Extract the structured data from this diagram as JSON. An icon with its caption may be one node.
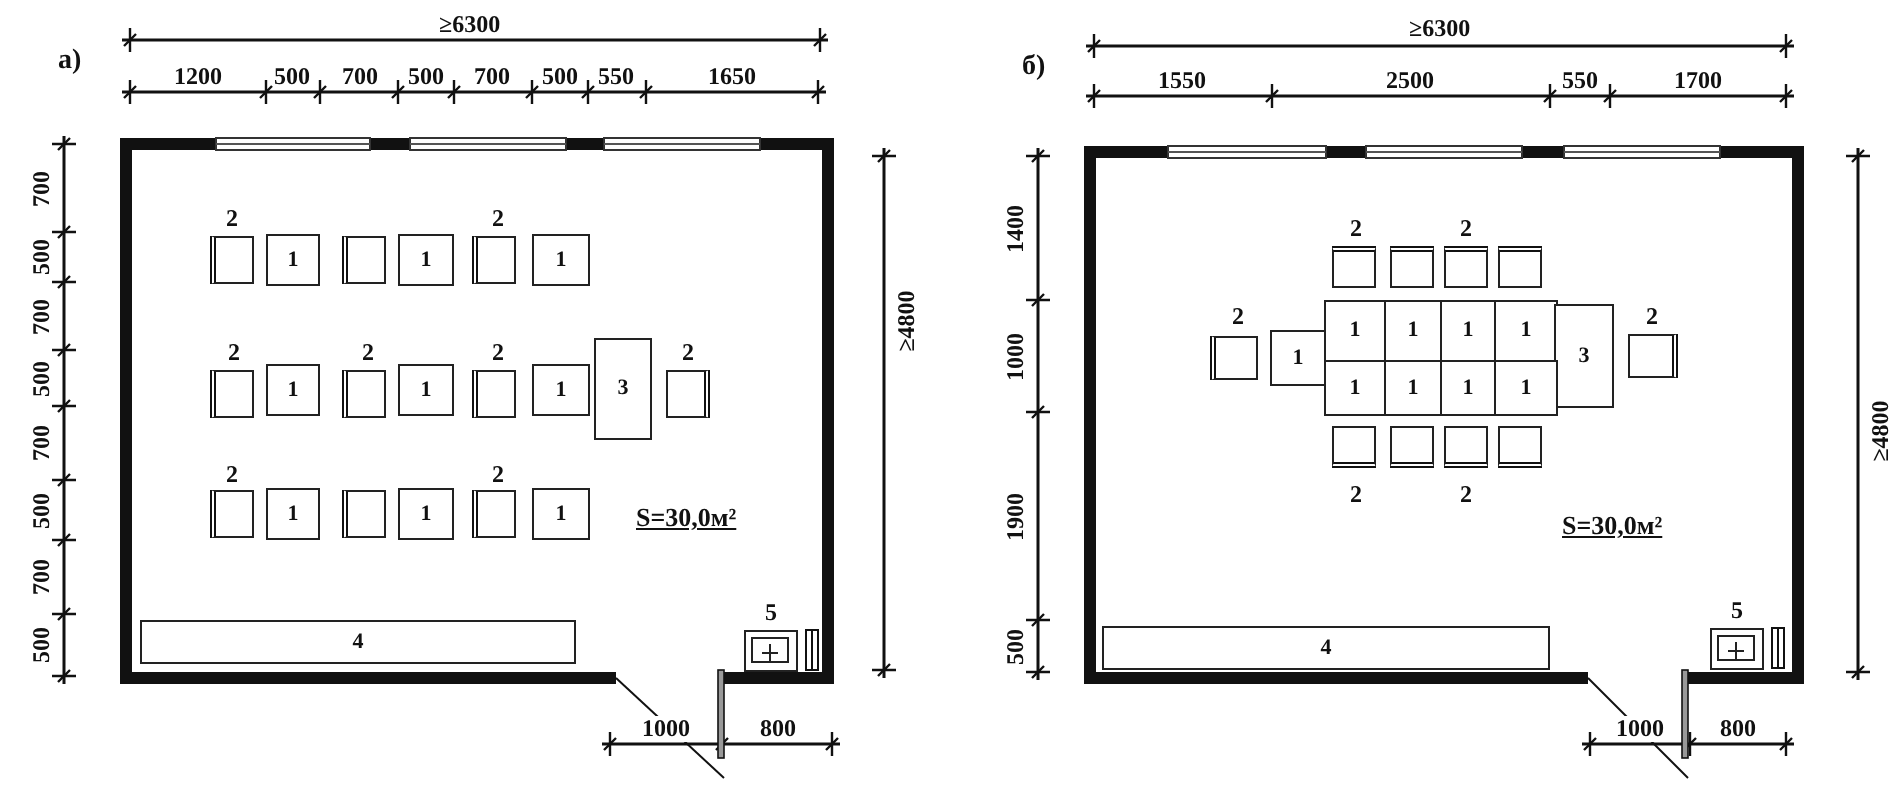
{
  "diagram": {
    "nodes": [
      {
        "text": [
          "S=30,0м²"
        ]
      },
      {
        "text": [],
        "shape": "box",
        "in": 0
      },
      {
        "text": [
          "1"
        ],
        "in": 0
      },
      {
        "text": [],
        "shape": "box",
        "in": 0
      },
      {
        "text": [
          "1"
        ],
        "in": 0
      },
      {
        "text": [],
        "shape": "box",
        "in": 0
      },
      {
        "text": [
          "1"
        ],
        "in": 0
      },
      {
        "text": [],
        "shape": "box",
        "in": 0
      },
      {
        "text": [
          "1"
        ],
        "in": 0
      },
      {
        "text": [],
        "shape": "box",
        "in": 0
      },
      {
        "text": [
          "1"
        ],
        "in": 0
      },
      {
        "text": [],
        "shape": "box",
        "in": 0
      },
      {
        "text": [
          "1"
        ],
        "in": 0
      },
      {
        "text": [
          "3"
        ],
        "in": 0
      },
      {
        "text": [],
        "shape": "box",
        "in": 0
      },
      {
        "text": [],
        "shape": "box",
        "in": 0
      },
      {
        "text": [
          "1"
        ],
        "in": 0
      },
      {
        "text": [],
        "shape": "box",
        "in": 0
      },
      {
        "text": [
          "1"
        ],
        "in": 0
      },
      {
        "text": [],
        "shape": "box",
        "in": 0
      },
      {
        "text": [
          "1"
        ],
        "in": 0
      },
      {
        "text": [
          "4"
        ],
        "in": 0
      },
      {
        "text": [
          "5"
        ],
        "in": 0
      },
      {
        "text": [
          "S=30,0м²"
        ]
      },
      {
        "text": [],
        "shape": "box",
        "in": 23
      },
      {
        "text": [],
        "shape": "box",
        "in": 23
      },
      {
        "text": [],
        "shape": "box",
        "in": 23
      },
      {
        "text": [],
        "shape": "box",
        "in": 23
      },
      {
        "text": [],
        "shape": "box",
        "in": 23
      },
      {
        "text": [
          "1"
        ],
        "in": 23
      },
      {
        "text": [
          "1"
        ],
        "in": 23
      },
      {
        "text": [
          "1"
        ],
        "in": 23
      },
      {
        "text": [
          "1"
        ],
        "in": 23
      },
      {
        "text": [
          "1"
        ],
        "in": 23
      },
      {
        "text": [
          "3"
        ],
        "in": 23
      },
      {
        "text": [],
        "shape": "box",
        "in": 23
      },
      {
        "text": [
          "1"
        ],
        "in": 23
      },
      {
        "text": [
          "1"
        ],
        "in": 23
      },
      {
        "text": [
          "1"
        ],
        "in": 23
      },
      {
        "text": [
          "1"
        ],
        "in": 23
      },
      {
        "text": [],
        "shape": "box",
        "in": 23
      },
      {
        "text": [],
        "shape": "box",
        "in": 23
      },
      {
        "text": [],
        "shape": "box",
        "in": 23
      },
      {
        "text": [],
        "shape": "box",
        "in": 23
      },
      {
        "text": [
          "4"
        ],
        "in": 23
      },
      {
        "text": [
          "5"
        ],
        "in": 23
      }
    ],
    "edges": [],
    "labels": [
      "а)",
      "≥6300",
      "1200",
      "500",
      "700",
      "500",
      "700",
      "500",
      "550",
      "1650",
      "700",
      "500",
      "700",
      "500",
      "700",
      "500",
      "700",
      "500",
      "≥4800",
      "2",
      "2",
      "2",
      "2",
      "2",
      "2",
      "2",
      "2",
      "1000",
      "800",
      "б)",
      "≥6300",
      "1550",
      "2500",
      "550",
      "1700",
      "1400",
      "1000",
      "1900",
      "500",
      "≥4800",
      "2",
      "2",
      "2",
      "2",
      "2",
      "2",
      "1000",
      "800"
    ]
  }
}
